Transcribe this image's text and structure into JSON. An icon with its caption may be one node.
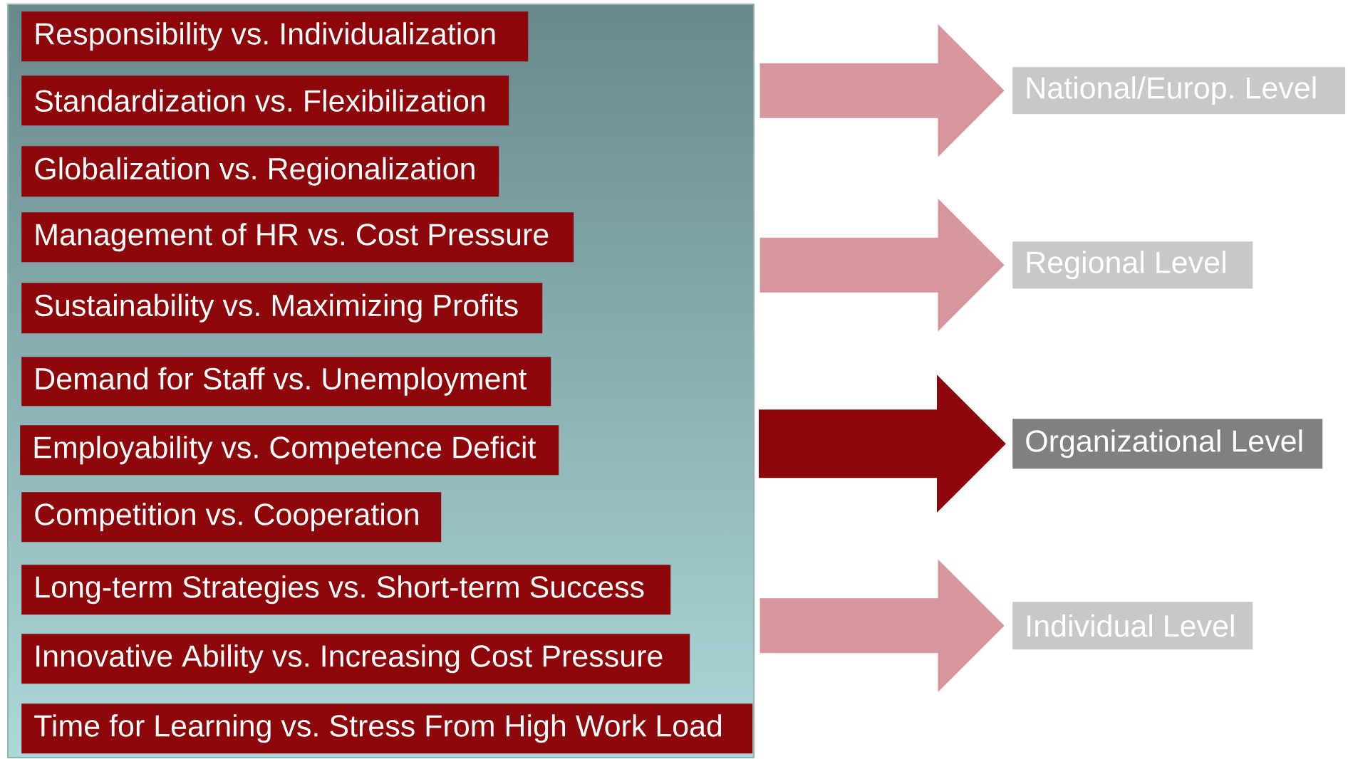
{
  "diagram": {
    "nodes": [
      {
        "text": [],
        "shape": "box"
      },
      {
        "text": [
          "Responsibility vs. Individualization"
        ],
        "in": 0
      },
      {
        "text": [
          "Standardization vs. Flexibilization"
        ],
        "in": 0
      },
      {
        "text": [
          "Globalization vs. Regionalization"
        ],
        "in": 0
      },
      {
        "text": [
          "Management of HR vs. Cost Pressure"
        ],
        "in": 0
      },
      {
        "text": [
          "Sustainability vs. Maximizing Profits"
        ],
        "in": 0
      },
      {
        "text": [
          "Demand for Staff vs. Unemployment"
        ],
        "in": 0
      },
      {
        "text": [
          "Employability vs. Competence Deficit"
        ],
        "in": 0
      },
      {
        "text": [
          "Competition vs. Cooperation"
        ],
        "in": 0
      },
      {
        "text": [
          "Long-term Strategies vs. Short-term Success"
        ],
        "in": 0
      },
      {
        "text": [
          "Innovative Ability vs. Increasing Cost Pressure"
        ],
        "in": 0
      },
      {
        "text": [
          "Time for Learning vs. Stress From High Work Load"
        ],
        "in": 0
      },
      {
        "text": [
          "National/Europ. Level"
        ]
      },
      {
        "text": [
          "Regional Level"
        ]
      },
      {
        "text": [
          "Organizational Level"
        ]
      },
      {
        "text": [
          "Individual Level"
        ]
      }
    ],
    "edges": [
      {
        "from": 0,
        "to": 12,
        "arrow": "to"
      },
      {
        "from": 0,
        "to": 13,
        "arrow": "to"
      },
      {
        "from": 0,
        "to": 14,
        "arrow": "to",
        "style": "thick",
        "color": "#8c060a"
      },
      {
        "from": 0,
        "to": 15,
        "arrow": "to"
      }
    ]
  }
}
